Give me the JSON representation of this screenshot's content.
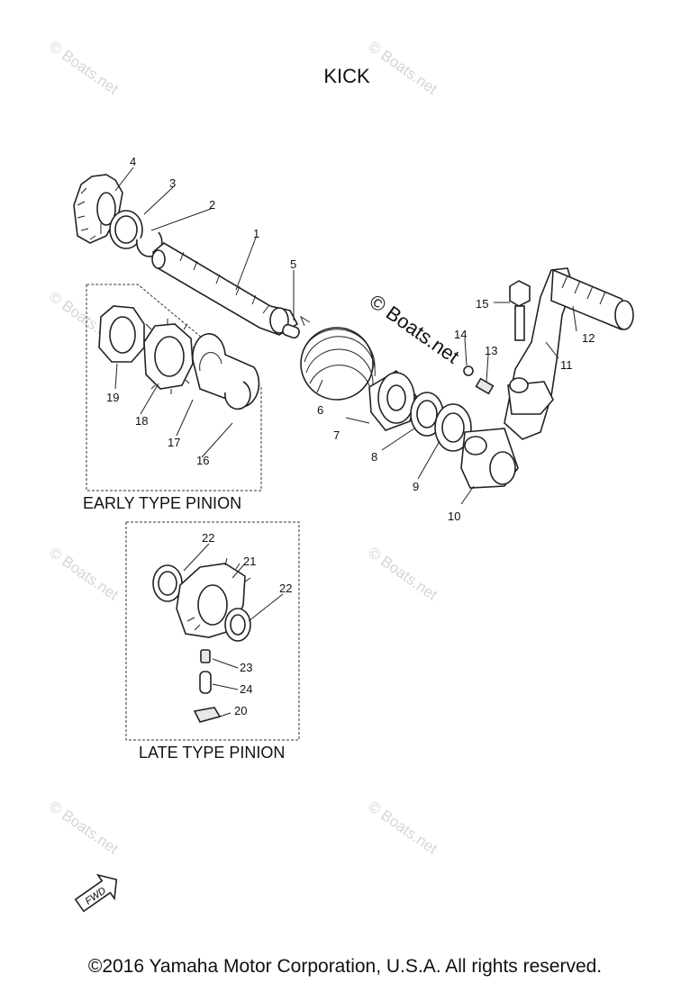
{
  "title": "KICK",
  "sections": {
    "early": "EARLY TYPE PINION",
    "late": "LATE TYPE PINION"
  },
  "watermark": "© Boats.net",
  "watermark_center": "© Boats.net",
  "fwd": "FWD",
  "copyright": "©2016 Yamaha Motor Corporation, U.S.A. All rights reserved.",
  "callouts": [
    "1",
    "2",
    "3",
    "4",
    "5",
    "6",
    "7",
    "8",
    "9",
    "10",
    "11",
    "12",
    "13",
    "14",
    "15",
    "16",
    "17",
    "18",
    "19",
    "20",
    "21",
    "22",
    "22",
    "23",
    "24"
  ]
}
